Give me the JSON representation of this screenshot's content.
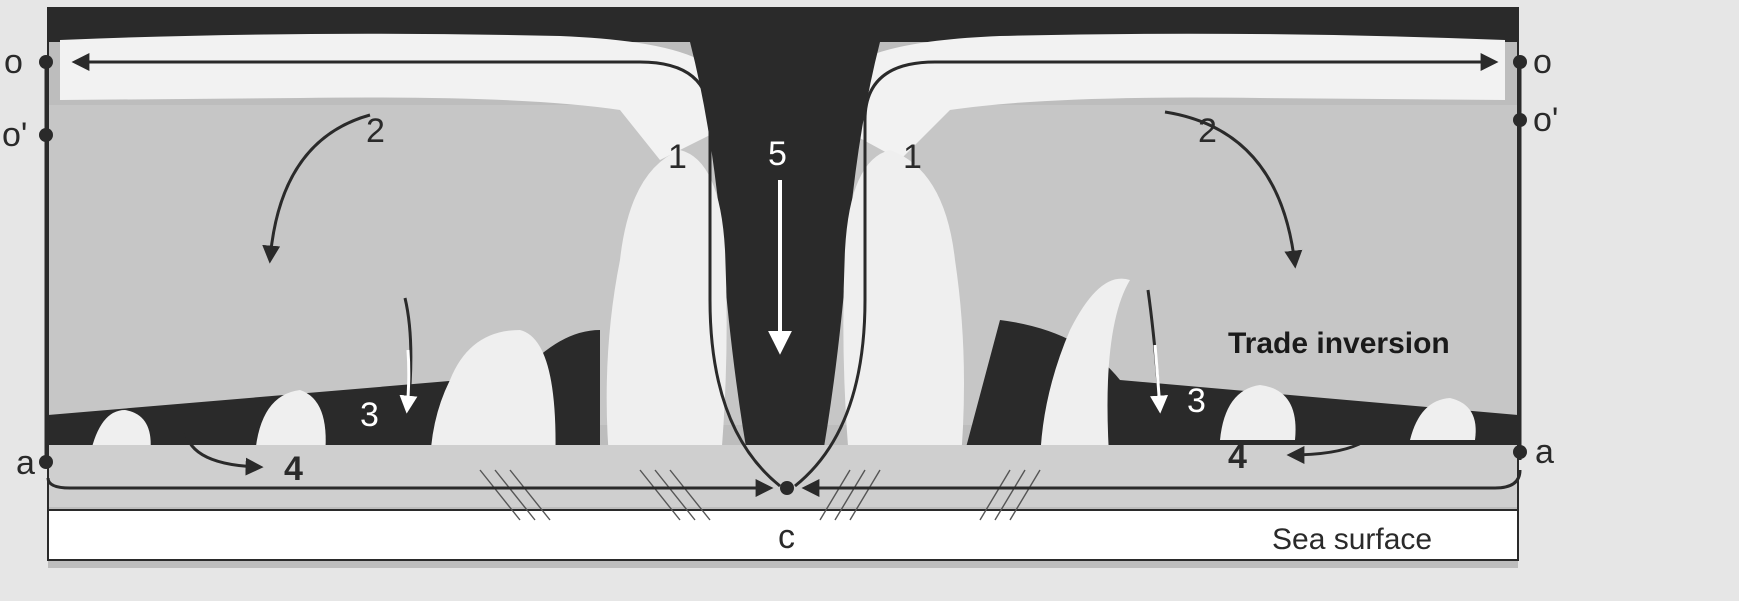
{
  "labels": {
    "o_left": "o",
    "o_prime_left": "o'",
    "a_left": "a",
    "o_right": "o",
    "o_prime_right": "o'",
    "a_right": "a",
    "c": "c",
    "trade_inversion": "Trade inversion",
    "sea_surface": "Sea surface"
  },
  "circulation_numbers": {
    "n1_left": "1",
    "n1_right": "1",
    "n2_left": "2",
    "n2_right": "2",
    "n3_left": "3",
    "n3_right": "3",
    "n4_left": "4",
    "n4_right": "4",
    "n5": "5"
  },
  "colors": {
    "background": "#e6e6e6",
    "outer_gray": "#b7b7b7",
    "dark_air": "#2a2a2a",
    "cloud_white": "#f3f3f3",
    "lower_layer": "#c9c9c9",
    "arrow": "#2a2a2a",
    "sea": "#ffffff"
  }
}
